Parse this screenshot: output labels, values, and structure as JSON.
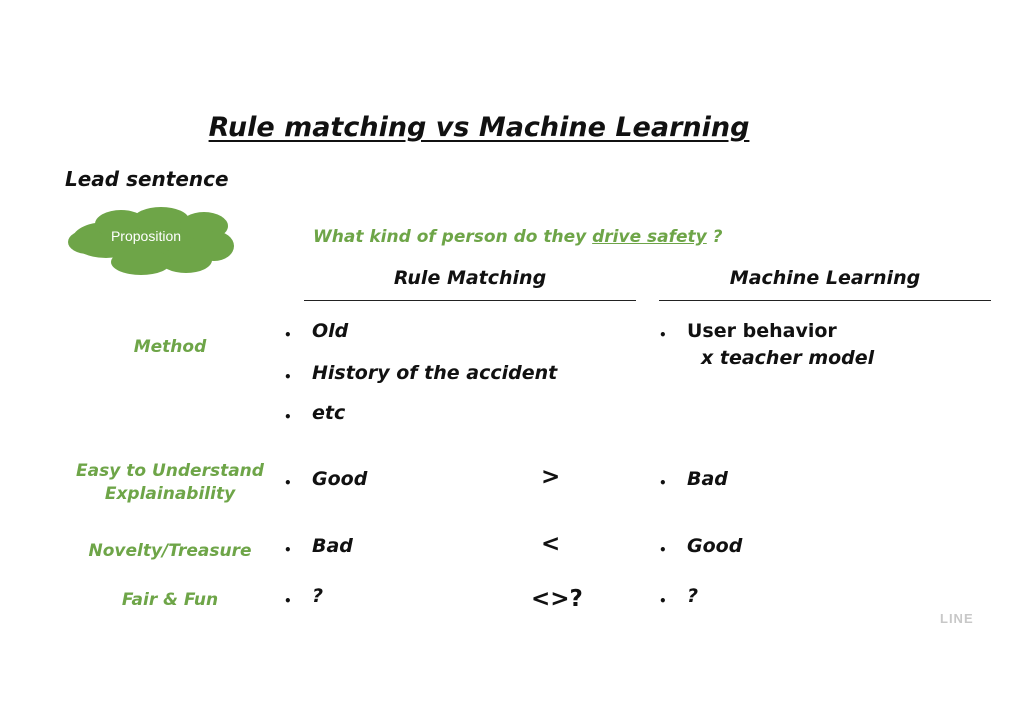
{
  "title": "Rule matching vs Machine Learning",
  "lead": "Lead sentence",
  "proposition": "Proposition",
  "question": {
    "before": "What kind of person do they ",
    "underlined": "drive safety",
    "after": " ?"
  },
  "columns": {
    "rule": "Rule Matching",
    "ml": "Machine Learning"
  },
  "rows": {
    "method": {
      "label": "Method",
      "rule_items": [
        "Old",
        "History of the accident",
        "etc"
      ],
      "ml_line1": "User behavior",
      "ml_line2": "x teacher model"
    },
    "explain": {
      "label_line1": "Easy to Understand",
      "label_line2": "Explainability",
      "rule": "Good",
      "cmp": ">",
      "ml": "Bad"
    },
    "novelty": {
      "label": "Novelty/Treasure",
      "rule": "Bad",
      "cmp": "<",
      "ml": "Good"
    },
    "fair": {
      "label": "Fair & Fun",
      "rule": "?",
      "cmp": "<>?",
      "ml": "?"
    }
  },
  "bullet_char": "•",
  "logo": "LINE",
  "colors": {
    "accent_green": "#6ea548",
    "cloud_fill": "#6ea548"
  }
}
